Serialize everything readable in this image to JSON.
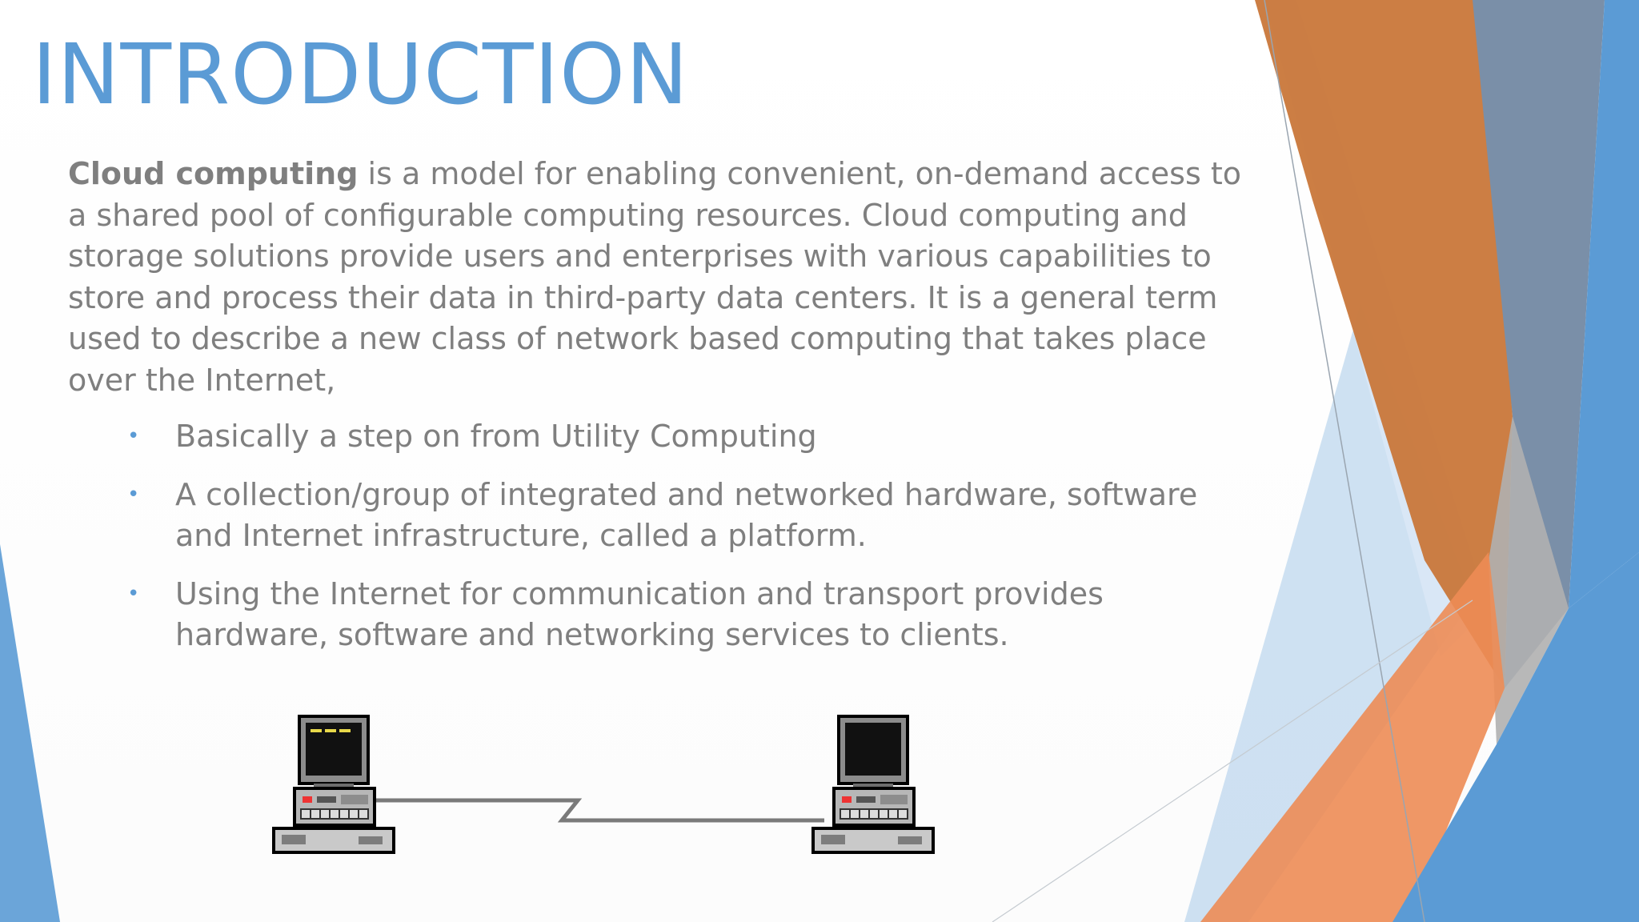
{
  "slide": {
    "title": "INTRODUCTION",
    "intro": {
      "lead_term": "Cloud computing",
      "text": " is a model for enabling convenient, on-demand access to a shared pool of configurable computing resources. Cloud computing and storage solutions provide users and enterprises with various capabilities to store and process their data in third-party data centers. It is a general term used to describe a new class of network based computing that takes place over the Internet,"
    },
    "bullet_glyph": "•",
    "bullets": [
      "Basically a step on from Utility Computing",
      "A collection/group of integrated and networked hardware, software and Internet infrastructure, called a platform.",
      "Using the Internet for communication and transport provides hardware, software and networking services to clients."
    ],
    "illustration": {
      "icons": [
        "computer-icon",
        "network-cable-icon",
        "computer-icon"
      ]
    }
  },
  "theme": {
    "title_color": "#5b9bd5",
    "text_color": "#7f7f7f",
    "accent_blue": "#5b9bd5",
    "accent_orange": "#ed7d31",
    "accent_gray": "#a5a5a5"
  }
}
